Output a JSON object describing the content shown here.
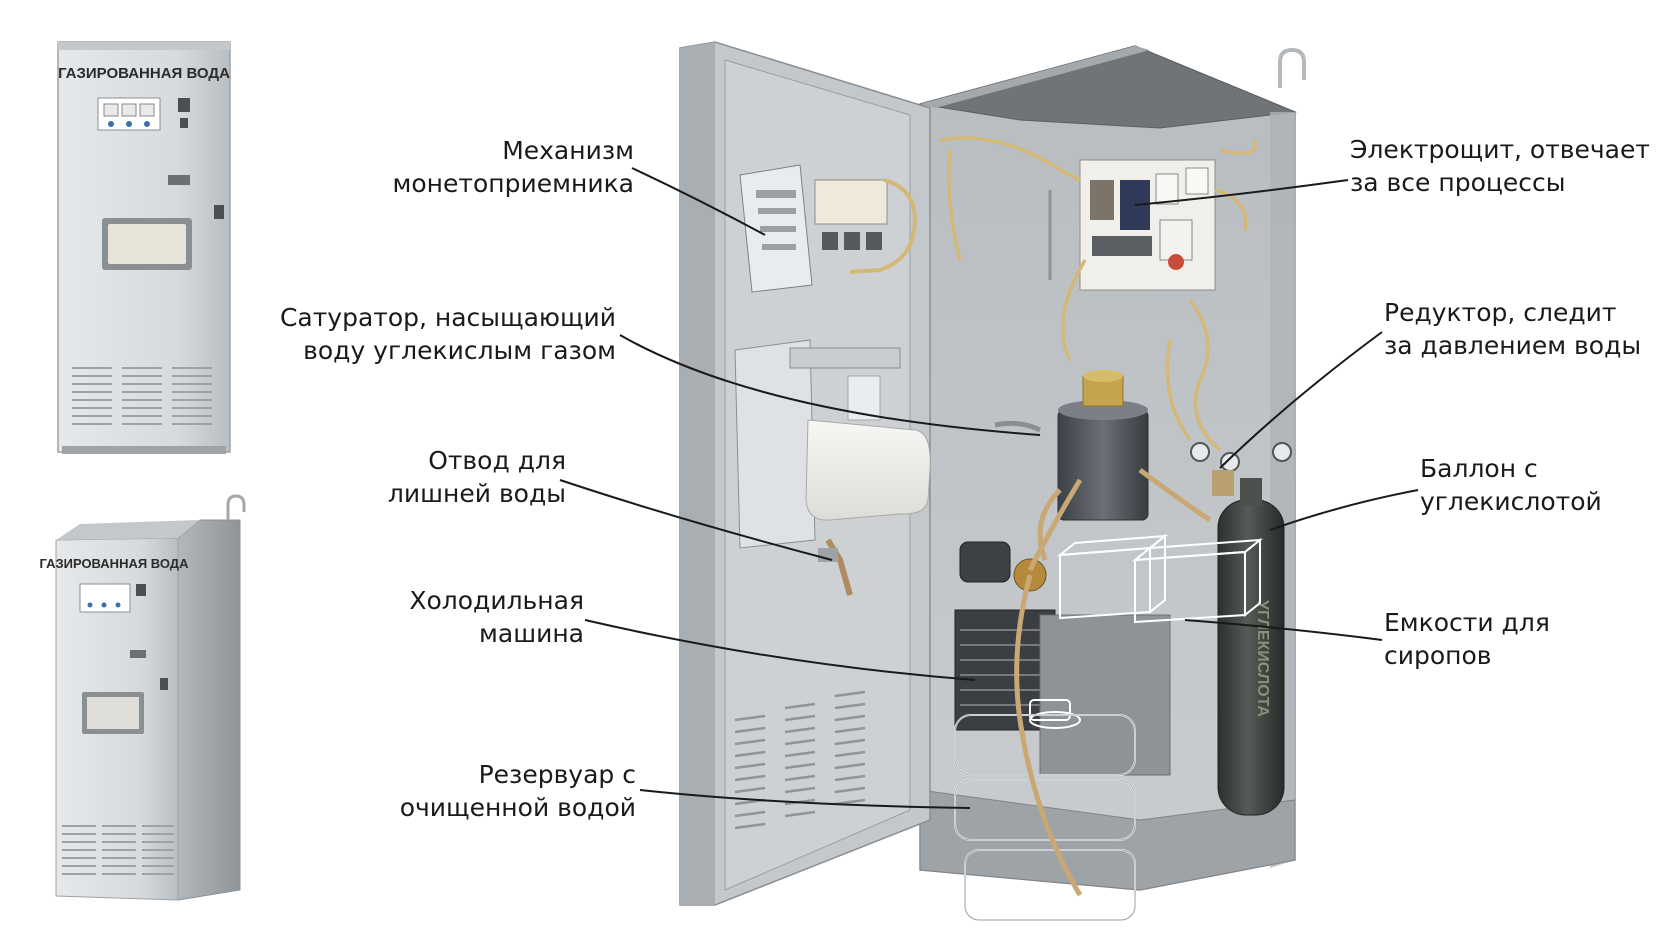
{
  "machine": {
    "sign_text": "ГАЗИРОВАННАЯ ВОДА",
    "cylinder_text": "УГЛЕКИСЛОТА"
  },
  "callouts": [
    {
      "id": "coin",
      "lines": [
        "Механизм",
        "монетоприемника"
      ]
    },
    {
      "id": "saturator",
      "lines": [
        "Сатуратор, насыщающий",
        "воду углекислым газом"
      ]
    },
    {
      "id": "drain",
      "lines": [
        "Отвод для",
        "лишней воды"
      ]
    },
    {
      "id": "fridge",
      "lines": [
        "Холодильная",
        "машина"
      ]
    },
    {
      "id": "reservoir",
      "lines": [
        "Резервуар с",
        "очищенной водой"
      ]
    },
    {
      "id": "panel",
      "lines": [
        "Электрощит, отвечает",
        "за все процессы"
      ]
    },
    {
      "id": "reducer",
      "lines": [
        "Редуктор, следит",
        "за давлением воды"
      ]
    },
    {
      "id": "cylinder",
      "lines": [
        "Баллон с",
        "углекислотой"
      ]
    },
    {
      "id": "syrup",
      "lines": [
        "Емкости для",
        "сиропов"
      ]
    }
  ],
  "colors": {
    "body": "#d9dde0",
    "body_dark": "#a9aeb2",
    "interior": "#c9cdd0",
    "hose": "#c9a874",
    "cylinder": "#3a3f3c",
    "leader": "#1a1a1a"
  }
}
